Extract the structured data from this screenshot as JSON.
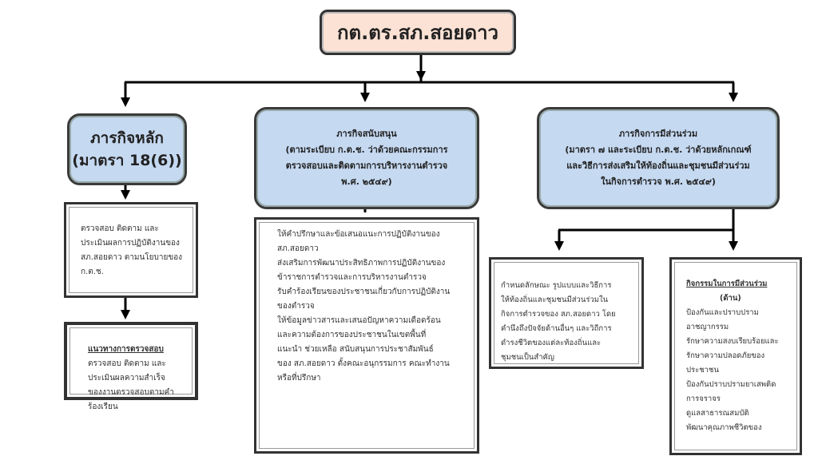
{
  "root": {
    "title": "กต.ตร.สภ.สอยดาว"
  },
  "main_mission": {
    "title": [
      "ภารกิจหลัก",
      "(มาตรา 18(6))"
    ],
    "detail": [
      "ตรวจสอบ ติดตาม และ",
      "ประเมินผลการปฏิบัติงานของ",
      "สภ.สอยดาว    ตามนโยบายของ",
      "ก.ต.ช."
    ],
    "guideline_title": "แนวทางการตรวจสอบ",
    "guideline": [
      "ตรวจสอบ ติดตาม และ",
      "ประเมินผลความสำเร็จ",
      "ของงานตรวจสอบตามคำ",
      "ร้องเรียน"
    ]
  },
  "support_mission": {
    "title": [
      "ภารกิจสนับสนุน",
      "(ตามระเบียบ ก.ต.ช. ว่าด้วยคณะกรรมการ",
      "ตรวจสอบและติดตามการบริหารงานตำรวจ",
      "พ.ศ. ๒๕๔๙)"
    ],
    "detail": [
      "ให้คำปรึกษาและข้อเสนอแนะการปฏิบัติงานของ",
      "สภ.สอยดาว",
      "ส่งเสริมการพัฒนาประสิทธิภาพการปฏิบัติงานของ",
      "ข้าราชการตำรวจและการบริหารงานตำรวจ",
      "รับคำร้องเรียนของประชาชนเกี่ยวกับการปฏิบัติงาน",
      "ของตำรวจ",
      "ให้ข้อมูลข่าวสารและเสนอปัญหาความเดือดร้อน",
      "และความต้องการของประชาชนในเขตพื้นที่",
      "แนะนำ ช่วยเหลือ สนับสนุนการประชาสัมพันธ์",
      "ของ สภ.สอยดาว ตั้งคณะอนุกรรมการ คณะทำงาน",
      "หรือที่ปรึกษา"
    ]
  },
  "participation_mission": {
    "title": [
      "ภารกิจการมีส่วนร่วม",
      "(มาตรา ๗ และระเบียบ ก.ต.ช. ว่าด้วยหลักเกณฑ์",
      "และวิธีการส่งเสริมให้ท้องถิ่นและชุมชนมีส่วนร่วม",
      "ในกิจการตำรวจ พ.ศ. ๒๕๔๙)"
    ],
    "detail": [
      "กำหนดลักษณะ รูปแบบและวิธีการ",
      "ให้ท้องถิ่นและชุมชนมีส่วนร่วมใน",
      "กิจการตำรวจของ สภ.สอยดาว โดย",
      "คำนึงถึงปัจจัยด้านอื่นๆ และวิถีการ",
      "ดำรงชีวิตของแต่ละท้องถิ่นและ",
      "ชุมชนเป็นสำคัญ"
    ],
    "activities_title": "กิจกรรมในการมีส่วนร่วม",
    "activities_subtitle": "(ด้าน)",
    "activities": [
      "ป้องกันและปราบปราม",
      "อาชญากรรม",
      "รักษาความสงบเรียบร้อยและ",
      "รักษาความปลอดภัยของ",
      "ประชาชน",
      "ป้องกันปราบปรามยาเสพติด",
      "การจราจร",
      "ดูแลสาธารณสมบัติ",
      "พัฒนาคุณภาพชีวิตของ"
    ]
  }
}
